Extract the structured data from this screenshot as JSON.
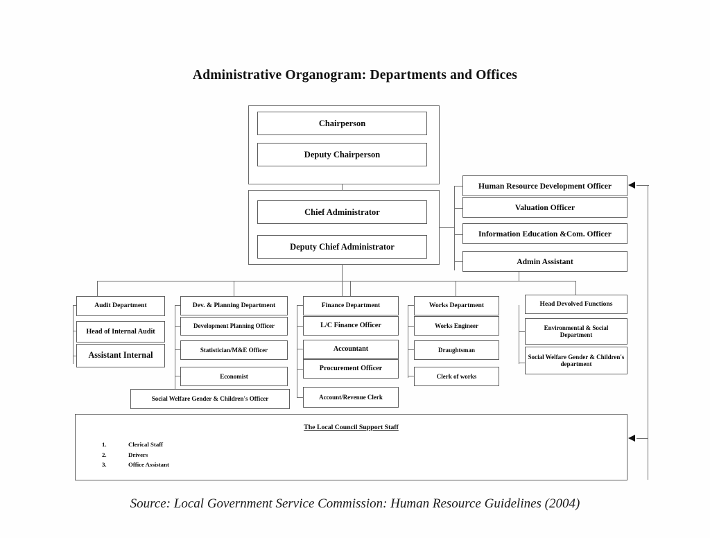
{
  "title": "Administrative Organogram: Departments and Offices",
  "source": "Source: Local Government Service Commission: Human Resource Guidelines (2004)",
  "executive": {
    "chairperson": "Chairperson",
    "deputy_chairperson": "Deputy Chairperson",
    "chief_administrator": "Chief Administrator",
    "deputy_chief_administrator": "Deputy Chief Administrator"
  },
  "staff_officers": [
    {
      "label": "Human Resource Development Officer"
    },
    {
      "label": "Valuation Officer"
    },
    {
      "label": "Information Education &Com. Officer"
    },
    {
      "label": "Admin Assistant"
    }
  ],
  "departments": [
    {
      "head": "Audit Department",
      "items": [
        "Head of Internal Audit",
        "Assistant Internal"
      ]
    },
    {
      "head": "Dev. & Planning Department",
      "items": [
        "Development Planning Officer",
        "Statistician/M&E Officer",
        "Economist"
      ]
    },
    {
      "head": "Finance Department",
      "items": [
        "L/C Finance Officer",
        "Accountant",
        "Procurement Officer",
        "Account/Revenue Clerk"
      ]
    },
    {
      "head": "Works Department",
      "items": [
        "Works Engineer",
        "Draughtsman",
        "Clerk of works"
      ]
    },
    {
      "head": "Head Devolved Functions",
      "items": [
        "Environmental & Social Department",
        "Social Welfare Gender & Children's department"
      ]
    }
  ],
  "social_welfare_officer": "Social Welfare Gender & Children's Officer",
  "support_staff": {
    "title": "The Local Council Support Staff",
    "items": [
      {
        "num": "1.",
        "label": "Clerical Staff"
      },
      {
        "num": "2.",
        "label": "Drivers"
      },
      {
        "num": "3.",
        "label": "Office Assistant"
      }
    ]
  },
  "colors": {
    "line": "#6e6e6e",
    "box_border": "#5f5f5f",
    "text": "#0a0a0a",
    "background": "#ffffff"
  }
}
